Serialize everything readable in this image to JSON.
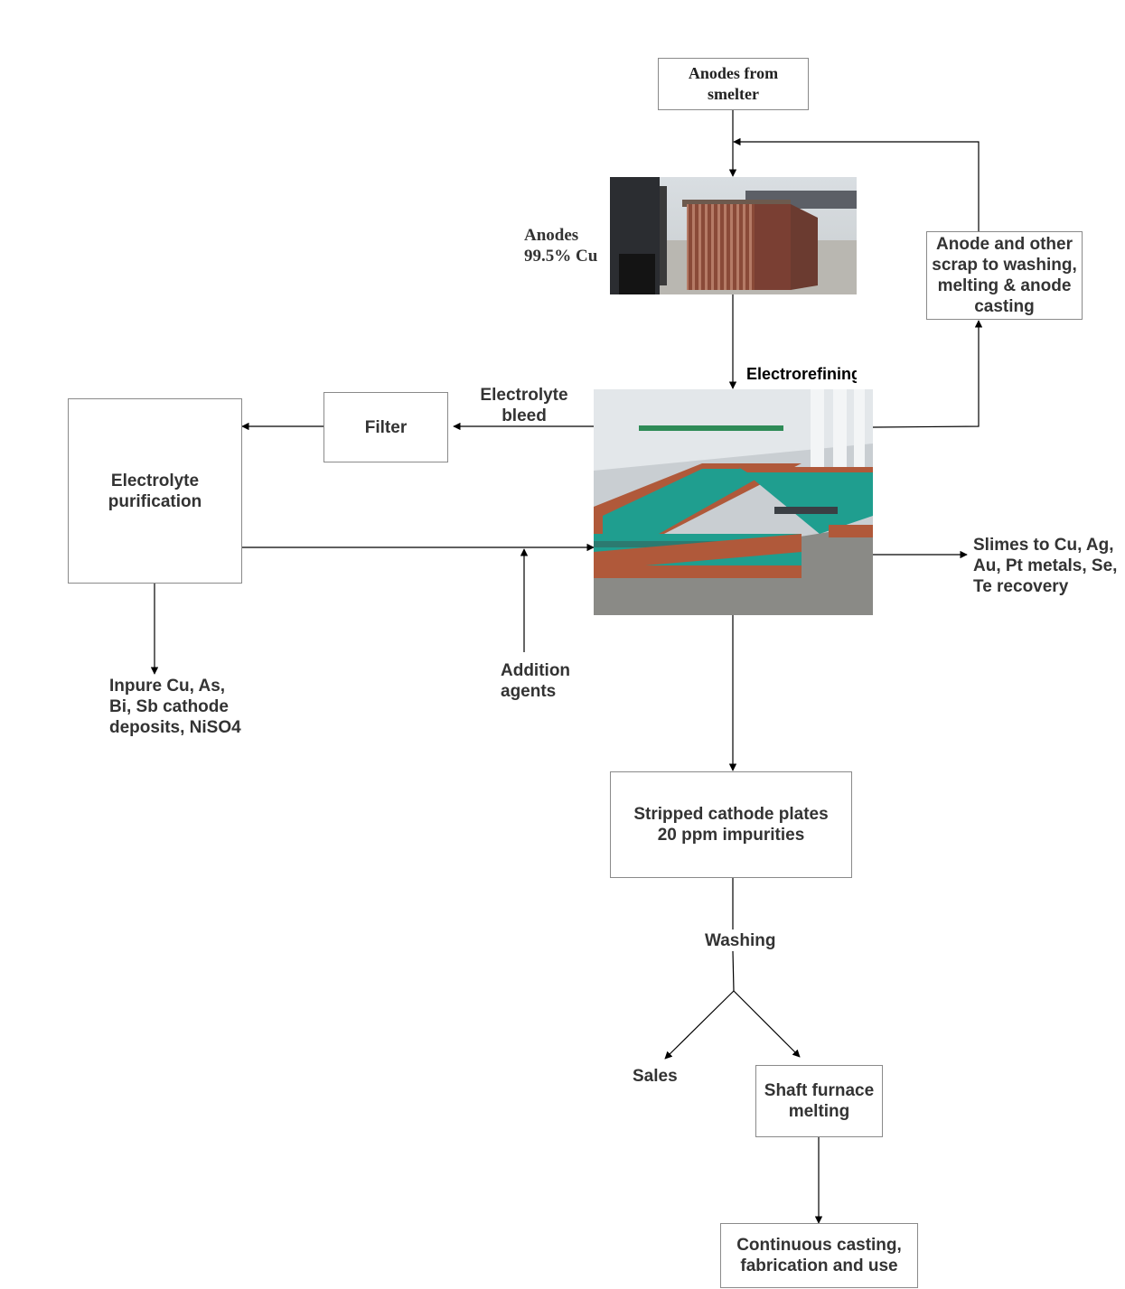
{
  "nodes": {
    "anodes_from_smelter": [
      "Anodes from",
      "smelter"
    ],
    "anodes_label": [
      "Anodes",
      "99.5% Cu"
    ],
    "electrorefining_label": "Electrorefining",
    "scrap": [
      "Anode and other",
      "scrap to washing,",
      "melting & anode",
      "casting"
    ],
    "filter": "Filter",
    "electrolyte_bleed": [
      "Electrolyte",
      "bleed"
    ],
    "electrolyte_purification": [
      "Electrolyte",
      "purification"
    ],
    "slimes": [
      "Slimes to Cu, Ag,",
      "Au, Pt metals, Se,",
      "Te recovery"
    ],
    "impure_deposits": [
      "Inpure Cu, As,",
      "Bi, Sb cathode",
      "deposits, NiSO4"
    ],
    "addition_agents": [
      "Addition",
      "agents"
    ],
    "stripped_cathode": [
      "Stripped cathode plates",
      "20 ppm impurities"
    ],
    "washing": "Washing",
    "sales": "Sales",
    "shaft_furnace": [
      "Shaft furnace",
      "melting"
    ],
    "continuous_casting": [
      "Continuous casting,",
      "fabrication and use"
    ]
  },
  "colors": {
    "line": "#000000",
    "box_border": "#8a8a8a",
    "text": "#333333",
    "tank_solution": "#1f9e8f",
    "copper": "#b0593a"
  },
  "images": {
    "anode_photo": "photo-of-copper-anodes-on-forklift",
    "tankhouse_photo": "photo-of-electrorefining-tankhouse"
  }
}
